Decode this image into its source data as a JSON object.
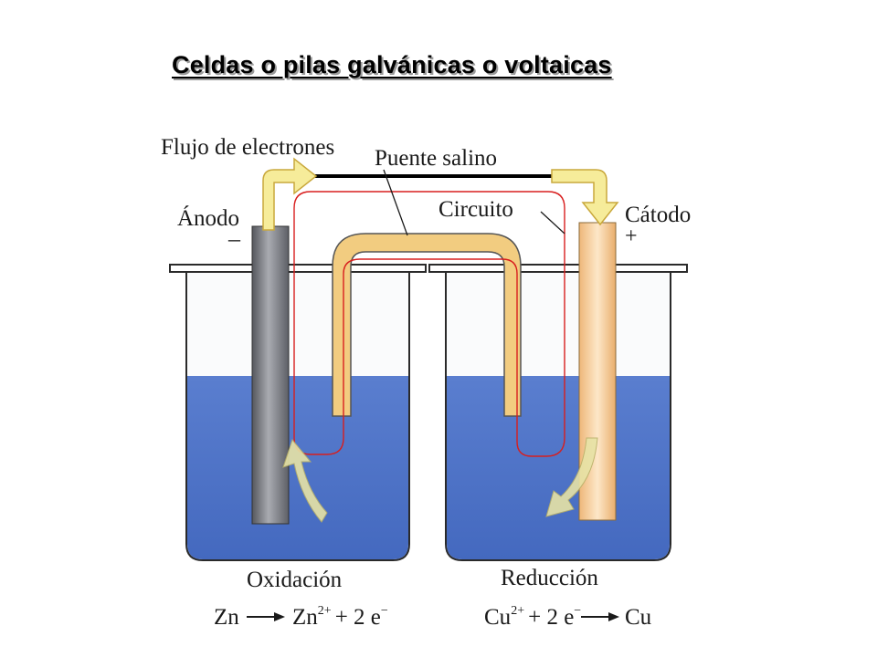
{
  "title": "Celdas o pilas galvánicas o voltaicas",
  "labels": {
    "electron_flow": "Flujo de electrones",
    "salt_bridge": "Puente salino",
    "circuit": "Circuito",
    "anode": "Ánodo",
    "anode_sign": "–",
    "cathode": "Cátodo",
    "cathode_sign": "+",
    "oxidation": "Oxidación",
    "reduction": "Reducción"
  },
  "equations": {
    "oxidation": {
      "reactant": "Zn",
      "product_base": "Zn",
      "product_sup": "2+",
      "rest": "+ 2 e",
      "rest_sup": "−"
    },
    "reduction": {
      "reactant_base": "Cu",
      "reactant_sup": "2+",
      "rest": "+ 2 e",
      "rest_sup": "−",
      "product": "Cu"
    }
  },
  "colors": {
    "solution": "#4f74c8",
    "bridge": "#f2cc80",
    "arrow": "#f6ec9a",
    "circuit_line": "#d81e1e",
    "anode_metal": "#7d7f86",
    "cathode_metal": "#f4c58e"
  }
}
